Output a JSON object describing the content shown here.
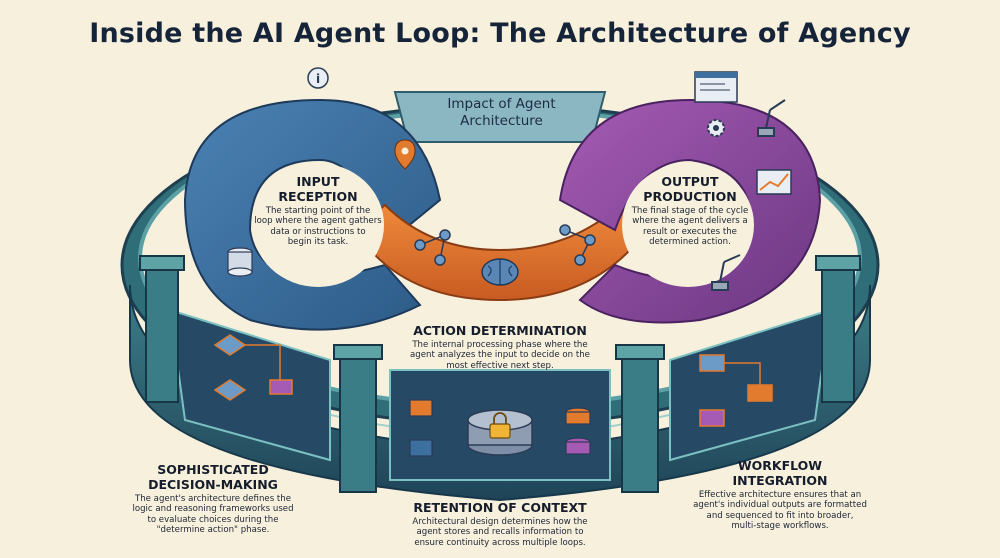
{
  "title": "Inside the AI Agent Loop: The Architecture of Agency",
  "center_badge": "Impact of Agent\nArchitecture",
  "input": {
    "heading": "INPUT\nRECEPTION",
    "description": "The starting point of the\nloop where the agent gathers\ndata or instructions to\nbegin its task."
  },
  "output": {
    "heading": "OUTPUT\nPRODUCTION",
    "description": "The final stage of the cycle\nwhere the agent delivers a\nresult or executes the\ndetermined action."
  },
  "action": {
    "heading": "ACTION DETERMINATION",
    "description": "The internal processing phase where the\nagent analyzes the input to decide on the\nmost effective next step."
  },
  "decision": {
    "heading": "SOPHISTICATED\nDECISION-MAKING",
    "description": "The agent's architecture defines the\nlogic and reasoning frameworks used\nto evaluate choices during the\n\"determine action\" phase."
  },
  "context": {
    "heading": "RETENTION OF CONTEXT",
    "description": "Architectural design determines how the\nagent stores and recalls information to\nensure continuity across multiple loops."
  },
  "workflow": {
    "heading": "WORKFLOW\nINTEGRATION",
    "description": "Effective architecture ensures that an\nagent's individual outputs are formatted\nand sequenced to fit into broader,\nmulti-stage workflows."
  },
  "colors": {
    "background": "#f7f0dc",
    "ring_teal": "#3f7e86",
    "input_blue": "#3d6f9f",
    "action_orange": "#e0742e",
    "output_purple": "#8b4a9c",
    "panel_dark": "#274a63"
  },
  "icons": [
    "lock-icon",
    "database-icon",
    "brain-icon",
    "gear-icon",
    "robot-arm-icon",
    "chart-icon",
    "code-window-icon",
    "info-icon",
    "location-pin-icon",
    "flowchart-icon"
  ]
}
